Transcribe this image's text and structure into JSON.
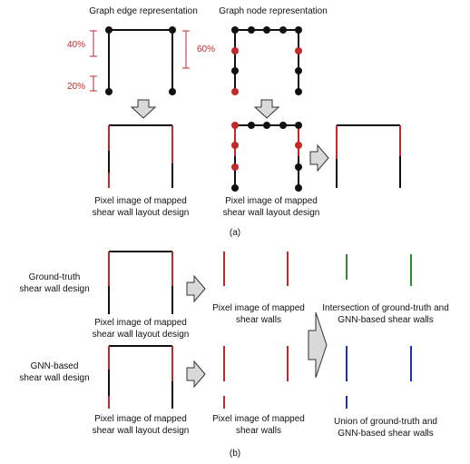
{
  "colors": {
    "frame": "#111111",
    "wall_red": "#c62828",
    "node_black": "#111111",
    "arrow_fill": "#d9d9d9",
    "arrow_stroke": "#333333",
    "green": "#2e8b2e",
    "blue": "#1f2fb8"
  },
  "panel_a": {
    "edge_title": "Graph edge representation",
    "node_title": "Graph node representation",
    "dim_40": "40%",
    "dim_60": "60%",
    "dim_20": "20%",
    "caption_left_1": "Pixel image of mapped",
    "caption_left_2": "shear wall layout design",
    "caption_mid_1": "Pixel image of mapped",
    "caption_mid_2": "shear wall layout design",
    "label": "(a)"
  },
  "panel_b": {
    "gt_label_1": "Ground-truth",
    "gt_label_2": "shear wall design",
    "gnn_label_1": "GNN-based",
    "gnn_label_2": "shear wall design",
    "cap_frame_top_1": "Pixel image of mapped",
    "cap_frame_top_2": "shear wall layout design",
    "cap_walls_top_1": "Pixel image of mapped",
    "cap_walls_top_2": "shear walls",
    "cap_frame_bot_1": "Pixel image of mapped",
    "cap_frame_bot_2": "shear wall layout design",
    "cap_walls_bot_1": "Pixel image of mapped",
    "cap_walls_bot_2": "shear walls",
    "intersection_1": "Intersection of ground-truth and",
    "intersection_2": "GNN-based shear walls",
    "union_1": "Union of ground-truth and",
    "union_2": "GNN-based shear walls",
    "label": "(b)"
  }
}
